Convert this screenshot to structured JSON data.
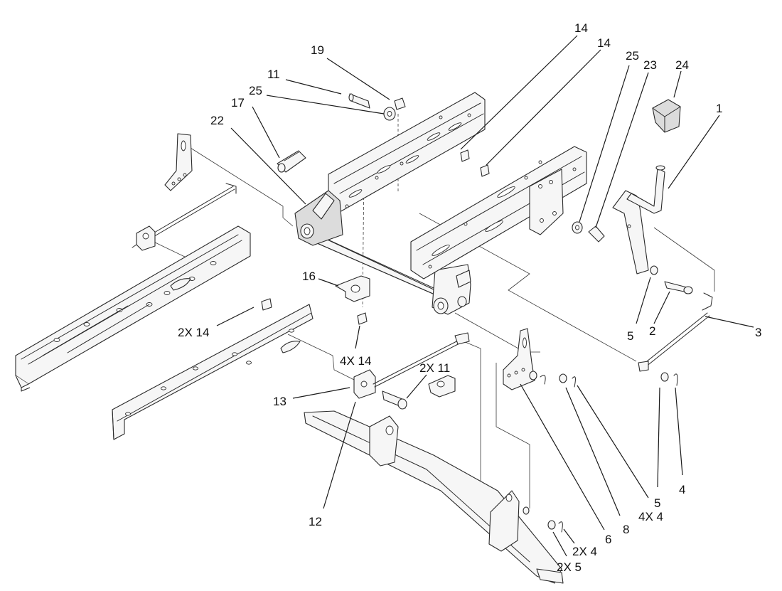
{
  "callouts": {
    "c14a": "14",
    "c14b": "14",
    "c19": "19",
    "c11": "11",
    "c25a": "25",
    "c17": "17",
    "c22": "22",
    "c25b": "25",
    "c23": "23",
    "c24": "24",
    "c1": "1",
    "c16": "16",
    "c2x14": "2X 14",
    "c4x14": "4X 14",
    "c2x11": "2X 11",
    "c13": "13",
    "c12": "12",
    "c5a": "5",
    "c2": "2",
    "c3": "3",
    "c6": "6",
    "c8": "8",
    "c4x4": "4X 4",
    "c5b": "5",
    "c4": "4",
    "c2x4": "2X 4",
    "c2x5": "2X 5"
  }
}
